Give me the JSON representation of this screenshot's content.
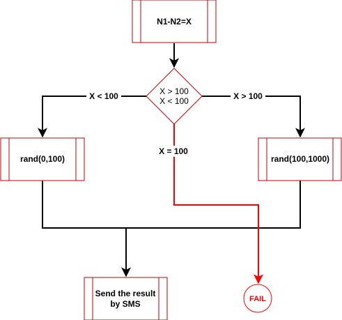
{
  "colors": {
    "accent": "#c00000",
    "error": "#ff0000",
    "line": "#000000",
    "background": "#ffffff"
  },
  "nodes": {
    "start": {
      "label": "N1-N2=X"
    },
    "decision": {
      "line1": "X > 100",
      "line2": "X < 100"
    },
    "left_process": {
      "label": "rand(0,100)"
    },
    "right_process": {
      "label": "rand(100,1000)"
    },
    "send": {
      "line1": "Send the result",
      "line2": "by SMS"
    },
    "fail": {
      "label": "FAIL"
    }
  },
  "edges": {
    "left_label": "X < 100",
    "right_label": "X > 100",
    "equal_label": "X = 100"
  }
}
